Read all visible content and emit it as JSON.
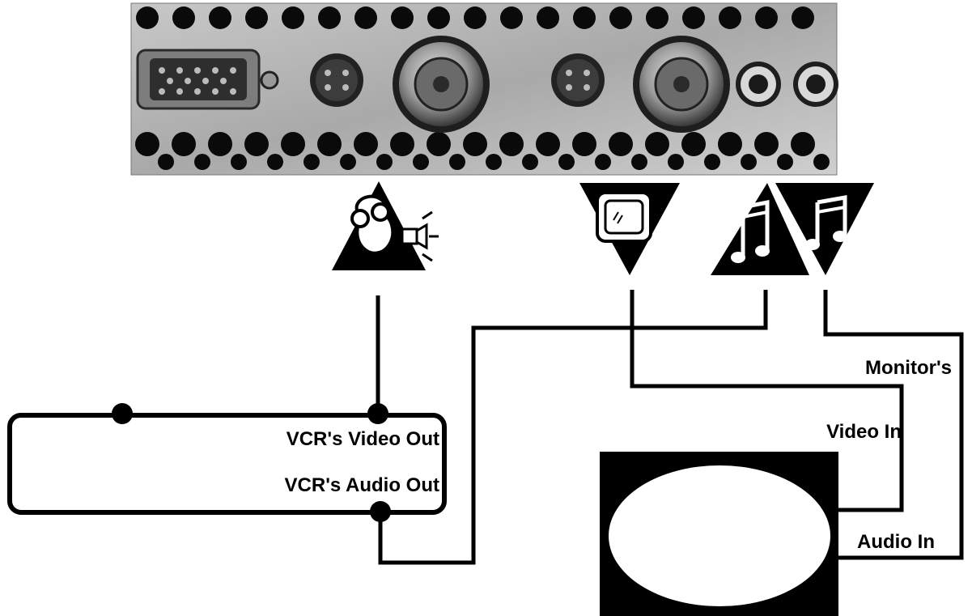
{
  "labels": {
    "vcr_video_out": "VCR's Video Out",
    "vcr_audio_out": "VCR's Audio Out",
    "monitor_heading": "Monitor's",
    "monitor_video_in": "Video In",
    "monitor_audio_in": "Audio In"
  },
  "icons": {
    "video_in_port": "mouse-camera-icon",
    "video_out_port": "monitor-icon",
    "audio_in_port": "music-note-icon",
    "audio_out_port": "music-note-icon"
  },
  "colors": {
    "line": "#000000",
    "panel_metal": "#b4b4b4",
    "background": "#ffffff"
  }
}
